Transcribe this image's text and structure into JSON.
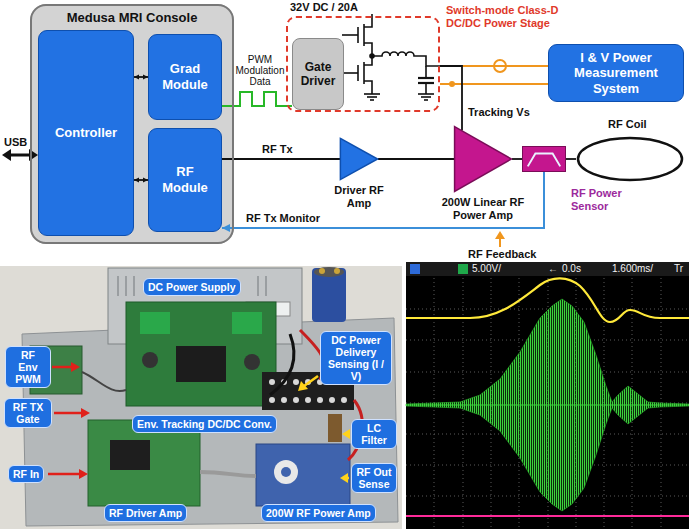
{
  "diagram": {
    "nodes": [
      {
        "text": [
          "Medusa MRI Console"
        ]
      },
      {
        "text": [
          "Controller"
        ],
        "in": 0
      },
      {
        "text": [
          "Grad Module"
        ],
        "in": 0
      },
      {
        "text": [
          "RF Module"
        ],
        "in": 0
      },
      {
        "text": [
          "Switch-mode Class-D DC/DC Power Stage"
        ]
      },
      {
        "text": [
          "Gate Driver"
        ],
        "in": 4
      },
      {
        "text": [
          "I & V Power Measurement System"
        ]
      },
      {
        "text": [
          "Driver RF Amp"
        ]
      },
      {
        "text": [
          "200W Linear RF Power Amp"
        ]
      },
      {
        "text": [
          "RF Power Sensor"
        ]
      },
      {
        "text": [
          "RF Coil"
        ]
      },
      {
        "text": [
          "DC Power Supply"
        ]
      },
      {
        "text": [
          "RF Env PWM"
        ]
      },
      {
        "text": [
          "DC Power Delivery Sensing (I / V)"
        ]
      },
      {
        "text": [
          "RF TX Gate"
        ]
      },
      {
        "text": [
          "Env. Tracking DC/DC Conv."
        ]
      },
      {
        "text": [
          "LC Filter"
        ]
      },
      {
        "text": [
          "RF Out Sense"
        ]
      },
      {
        "text": [
          "RF In"
        ]
      },
      {
        "text": [
          "RF Driver Amp"
        ]
      },
      {
        "text": [
          "200W RF Power Amp"
        ]
      }
    ],
    "edges": [
      {
        "from": 1,
        "to": 2,
        "arrow": "both"
      },
      {
        "from": 1,
        "to": 3,
        "arrow": "both"
      },
      {
        "from": 2,
        "to": 5,
        "label": "PWM Modulation Data",
        "arrow": "none"
      },
      {
        "from": 3,
        "to": 7,
        "label": "RF Tx",
        "arrow": "none"
      },
      {
        "from": 7,
        "to": 8,
        "arrow": "none"
      },
      {
        "from": 4,
        "to": 6,
        "arrow": "none"
      },
      {
        "from": 4,
        "to": 8,
        "label": "Tracking Vs",
        "arrow": "none"
      },
      {
        "from": 8,
        "to": 9,
        "arrow": "none"
      },
      {
        "from": 9,
        "to": 10,
        "arrow": "none"
      },
      {
        "from": 9,
        "to": 3,
        "label": "RF Tx Monitor",
        "arrow": "to"
      }
    ],
    "labels": [
      "USB",
      "32V DC / 20A",
      "RF Feedback",
      "5.00V/",
      "←",
      "0.0s",
      "1.600ms/",
      "Tr"
    ]
  }
}
